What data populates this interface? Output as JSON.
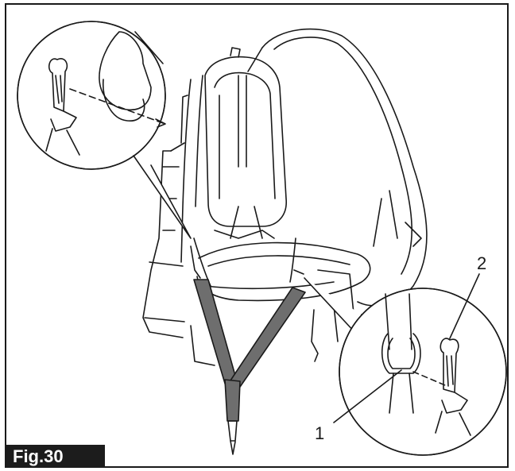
{
  "figure": {
    "label": "Fig.30",
    "callouts": [
      {
        "id": "1",
        "text": "1"
      },
      {
        "id": "2",
        "text": "2"
      }
    ],
    "colors": {
      "line": "#1a1a1a",
      "strap_fill": "#6e6e6e",
      "label_bg": "#1c1c1c",
      "label_text": "#ffffff"
    },
    "icons": [
      "snap-hook-icon",
      "d-ring-icon",
      "finger-icon",
      "backpack-icon",
      "shoulder-strap-icon"
    ]
  }
}
